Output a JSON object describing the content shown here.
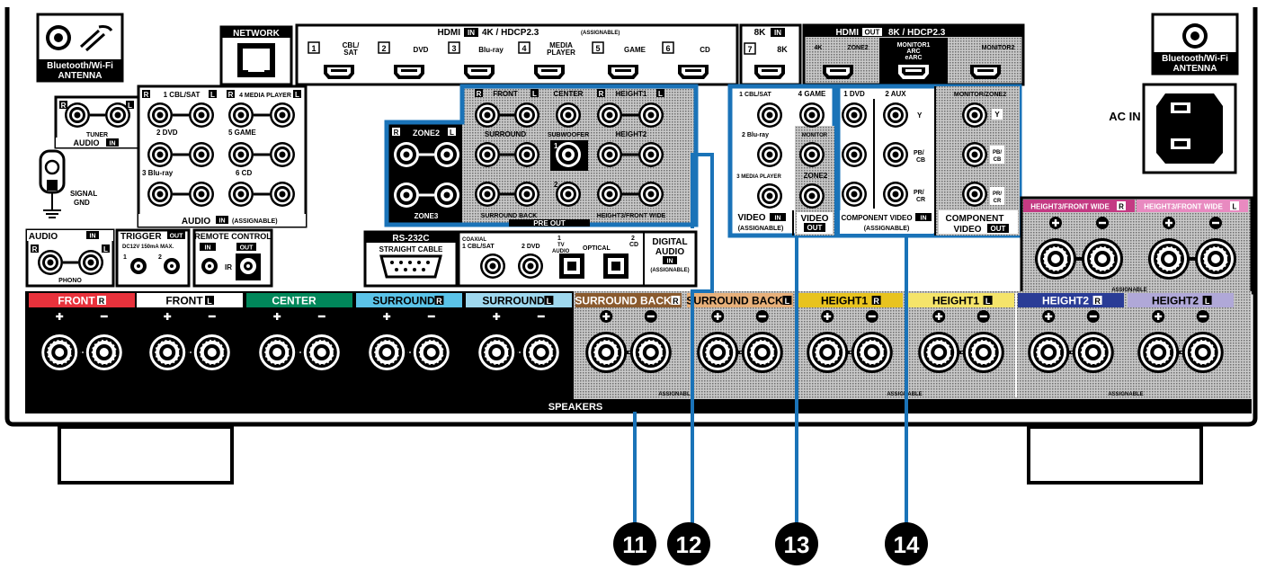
{
  "antenna": {
    "line1": "Bluetooth/Wi-Fi",
    "line2": "ANTENNA"
  },
  "network": {
    "label": "NETWORK"
  },
  "hdmi_in": {
    "header": "HDMI",
    "in_badge": "IN",
    "spec": "4K / HDCP2.3",
    "assignable": "(ASSIGNABLE)",
    "ports": [
      {
        "num": "1",
        "label1": "CBL/",
        "label2": "SAT"
      },
      {
        "num": "2",
        "label1": "DVD",
        "label2": ""
      },
      {
        "num": "3",
        "label1": "Blu-ray",
        "label2": ""
      },
      {
        "num": "4",
        "label1": "MEDIA",
        "label2": "PLAYER"
      },
      {
        "num": "5",
        "label1": "GAME",
        "label2": ""
      },
      {
        "num": "6",
        "label1": "CD",
        "label2": ""
      }
    ]
  },
  "hdmi_8k": {
    "spec": "8K",
    "in_badge": "IN",
    "num": "7",
    "label": "8K"
  },
  "hdmi_out": {
    "header": "HDMI",
    "out_badge": "OUT",
    "spec": "8K / HDCP2.3",
    "ports": [
      {
        "label1": "4K",
        "label2": "",
        "label3": ""
      },
      {
        "label1": "ZONE2",
        "label2": "",
        "label3": ""
      },
      {
        "label1": "MONITOR1",
        "label2": "ARC",
        "label3": "eARC"
      },
      {
        "label1": "MONITOR2",
        "label2": "",
        "label3": ""
      }
    ]
  },
  "ac_in": {
    "label": "AC IN"
  },
  "audio_in": {
    "tuner": "TUNER",
    "audio": "AUDIO",
    "in_badge": "IN",
    "assignable": "(ASSIGNABLE)",
    "r": "R",
    "l": "L",
    "cbl_sat": "1 CBL/SAT",
    "media_player": "4 MEDIA PLAYER",
    "dvd": "2 DVD",
    "game": "5 GAME",
    "bluray": "3 Blu-ray",
    "cd": "6 CD"
  },
  "signal_gnd": {
    "line1": "SIGNAL",
    "line2": "GND"
  },
  "phono": {
    "audio": "AUDIO",
    "in_badge": "IN",
    "label": "PHONO",
    "r": "R",
    "l": "L"
  },
  "trigger": {
    "label": "TRIGGER",
    "out_badge": "OUT",
    "spec": "DC12V 150mA MAX.",
    "p1": "1",
    "p2": "2"
  },
  "remote": {
    "label": "REMOTE CONTROL",
    "in_badge": "IN",
    "out_badge": "OUT",
    "ir": "IR"
  },
  "rs232c": {
    "label": "RS-232C",
    "sub": "STRAIGHT CABLE"
  },
  "digital_audio": {
    "coaxial": "COAXIAL",
    "cbl_sat": "1 CBL/SAT",
    "dvd": "2 DVD",
    "tv_num": "1",
    "tv_audio": "TV",
    "tv_audio2": "AUDIO",
    "optical": "OPTICAL",
    "cd_num": "2",
    "cd": "CD",
    "label1": "DIGITAL",
    "label2": "AUDIO",
    "in_badge": "IN",
    "assignable": "(ASSIGNABLE)"
  },
  "zone_out": {
    "zone2": "ZONE2",
    "zone3": "ZONE3",
    "r": "R",
    "l": "L"
  },
  "pre_out": {
    "front": "FRONT",
    "center": "CENTER",
    "height1": "HEIGHT1",
    "surround": "SURROUND",
    "subwoofer": "SUBWOOFER",
    "height2": "HEIGHT2",
    "sub1": "1",
    "sub2": "2",
    "surround_back": "SURROUND BACK",
    "height3": "HEIGHT3/FRONT WIDE",
    "label": "PRE OUT",
    "r": "R",
    "l": "L"
  },
  "video_in": {
    "cbl_sat": "1 CBL/SAT",
    "game": "4 GAME",
    "bluray": "2 Blu-ray",
    "monitor": "MONITOR",
    "media_player": "3 MEDIA PLAYER",
    "zone2": "ZONE2",
    "label": "VIDEO",
    "in_badge": "IN",
    "assignable": "(ASSIGNABLE)",
    "out_label": "VIDEO",
    "out_badge": "OUT"
  },
  "component": {
    "dvd": "1 DVD",
    "aux": "2 AUX",
    "y": "Y",
    "pb": "PB/",
    "cb": "CB",
    "pr": "PR/",
    "cr": "CR",
    "monitor_zone2": "MONITOR/ZONE2",
    "label": "COMPONENT VIDEO",
    "in_badge": "IN",
    "assignable": "(ASSIGNABLE)",
    "out_label1": "COMPONENT",
    "out_label2": "VIDEO",
    "out_badge": "OUT"
  },
  "speakers": {
    "label": "SPEAKERS",
    "assignable": "ASSIGNABLE",
    "channels": [
      {
        "name": "FRONT",
        "side": "R",
        "color": "#e8323c"
      },
      {
        "name": "FRONT",
        "side": "L",
        "color": "#ffffff"
      },
      {
        "name": "CENTER",
        "side": "",
        "color": "#00875a"
      },
      {
        "name": "SURROUND",
        "side": "R",
        "color": "#5bc3e8"
      },
      {
        "name": "SURROUND",
        "side": "L",
        "color": "#9fd8ee"
      },
      {
        "name": "SURROUND BACK",
        "side": "R",
        "color": "#8a5a2e"
      },
      {
        "name": "SURROUND BACK",
        "side": "L",
        "color": "#e7b07a"
      },
      {
        "name": "HEIGHT1",
        "side": "R",
        "color": "#e8c31f"
      },
      {
        "name": "HEIGHT1",
        "side": "L",
        "color": "#f5e46a"
      },
      {
        "name": "HEIGHT2",
        "side": "R",
        "color": "#2a3c96"
      },
      {
        "name": "HEIGHT2",
        "side": "L",
        "color": "#b0a8d8"
      }
    ],
    "height3": [
      {
        "name": "HEIGHT3/FRONT WIDE",
        "side": "R",
        "color": "#c43a83"
      },
      {
        "name": "HEIGHT3/FRONT WIDE",
        "side": "L",
        "color": "#e88ac0"
      }
    ]
  },
  "callouts": [
    "11",
    "12",
    "13",
    "14"
  ],
  "colors": {
    "callout": "#1a73b8",
    "panel": "#000000"
  }
}
